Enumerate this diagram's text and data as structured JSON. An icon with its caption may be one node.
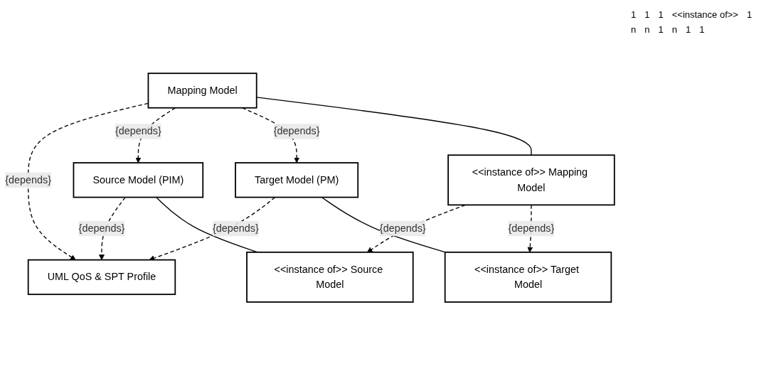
{
  "diagram": {
    "nodes": [
      {
        "text": [
          "UML QoS & SPT Profile"
        ]
      },
      {
        "text": [
          "Source Model (PIM)"
        ]
      },
      {
        "text": [
          "Mapping Model"
        ]
      },
      {
        "text": [
          "Target Model (PM)"
        ]
      },
      {
        "text": [
          "<<instance of>> Source Model"
        ]
      },
      {
        "text": [
          "<<instance of>> Mapping Model"
        ]
      },
      {
        "text": [
          "<<instance of>> Target Model"
        ]
      }
    ],
    "edges": [
      {
        "from": 1,
        "to": 0,
        "arrow": "to",
        "style": "dashed",
        "label": "{depends}"
      },
      {
        "from": 2,
        "to": 0,
        "arrow": "to",
        "style": "dashed",
        "label": "{depends}"
      },
      {
        "from": 3,
        "to": 0,
        "arrow": "to",
        "style": "dashed",
        "label": "{depends}"
      },
      {
        "from": 2,
        "to": 1,
        "arrow": "to",
        "style": "dashed",
        "label": "{depends}"
      },
      {
        "from": 2,
        "to": 3,
        "arrow": "to",
        "style": "dashed",
        "label": "{depends}"
      },
      {
        "from": 1,
        "to": 4,
        "arrow": "none"
      },
      {
        "from": 2,
        "to": 5,
        "arrow": "none"
      },
      {
        "from": 3,
        "to": 6,
        "arrow": "none"
      },
      {
        "from": 5,
        "to": 4,
        "arrow": "to",
        "style": "dashed",
        "label": "{depends}"
      },
      {
        "from": 5,
        "to": 6,
        "arrow": "to",
        "style": "dashed",
        "label": "{depends}"
      }
    ],
    "labels": [
      "1",
      "1",
      "1",
      "<<instance of>>",
      "1",
      "n",
      "n",
      "1",
      "n",
      "1",
      "1"
    ]
  }
}
